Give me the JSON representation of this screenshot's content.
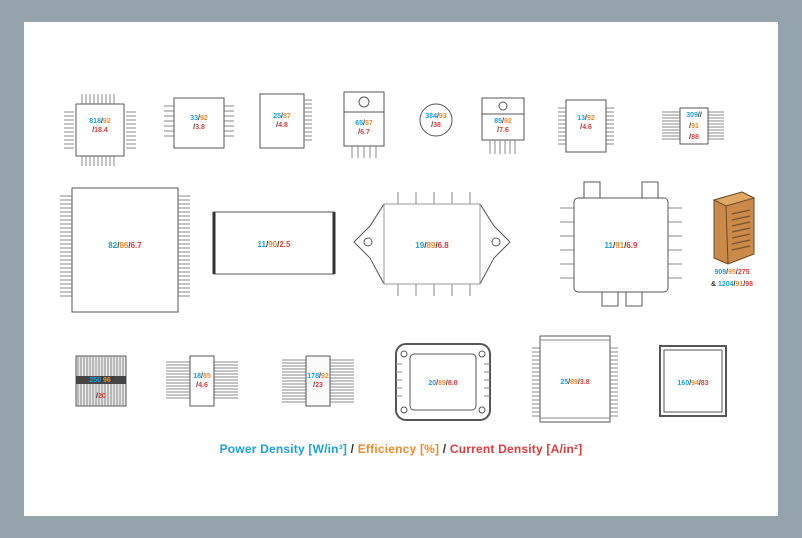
{
  "colors": {
    "power": "#1aa0db",
    "efficiency": "#f08a2c",
    "current": "#e23a3a",
    "outline": "#555555",
    "pin": "#8a8a8a",
    "background": "#95a3aa"
  },
  "modules": [
    {
      "id": "m1",
      "power": "818",
      "eff": "92",
      "cur": "18.4"
    },
    {
      "id": "m2",
      "power": "33",
      "eff": "92",
      "cur": "3.8"
    },
    {
      "id": "m3",
      "power": "25",
      "eff": "87",
      "cur": "4.8"
    },
    {
      "id": "m4",
      "power": "65",
      "eff": "87",
      "cur": "6.7"
    },
    {
      "id": "m5",
      "power": "384",
      "eff": "93",
      "cur": "38"
    },
    {
      "id": "m6",
      "power": "85",
      "eff": "92",
      "cur": "7.6"
    },
    {
      "id": "m7",
      "power": "13",
      "eff": "92",
      "cur": "4.6"
    },
    {
      "id": "m8",
      "power": "309",
      "eff": "91",
      "cur": "88"
    },
    {
      "id": "m9",
      "power": "82",
      "eff": "86",
      "cur": "6.7"
    },
    {
      "id": "m10",
      "power": "11",
      "eff": "90",
      "cur": "2.5"
    },
    {
      "id": "m11",
      "power": "19",
      "eff": "89",
      "cur": "6.8"
    },
    {
      "id": "m12",
      "power": "11",
      "eff": "91",
      "cur": "6.9"
    },
    {
      "id": "m13",
      "power": "909",
      "eff": "95",
      "cur": "275",
      "power2": "1204",
      "eff2": "91",
      "cur2": "98"
    },
    {
      "id": "m14",
      "power": "250",
      "eff": "96",
      "cur": "20"
    },
    {
      "id": "m15",
      "power": "18",
      "eff": "85",
      "cur": "4.6"
    },
    {
      "id": "m16",
      "power": "178",
      "eff": "92",
      "cur": "23"
    },
    {
      "id": "m17",
      "power": "20",
      "eff": "89",
      "cur": "8.8"
    },
    {
      "id": "m18",
      "power": "25",
      "eff": "89",
      "cur": "3.8"
    },
    {
      "id": "m19",
      "power": "160",
      "eff": "94",
      "cur": "83"
    }
  ],
  "separator": "/",
  "amp_prefix": "& ",
  "legend": {
    "power": "Power Density [W/in³]",
    "efficiency": "Efficiency [%]",
    "current": "Current Density [A/in²]",
    "separator": " / "
  }
}
